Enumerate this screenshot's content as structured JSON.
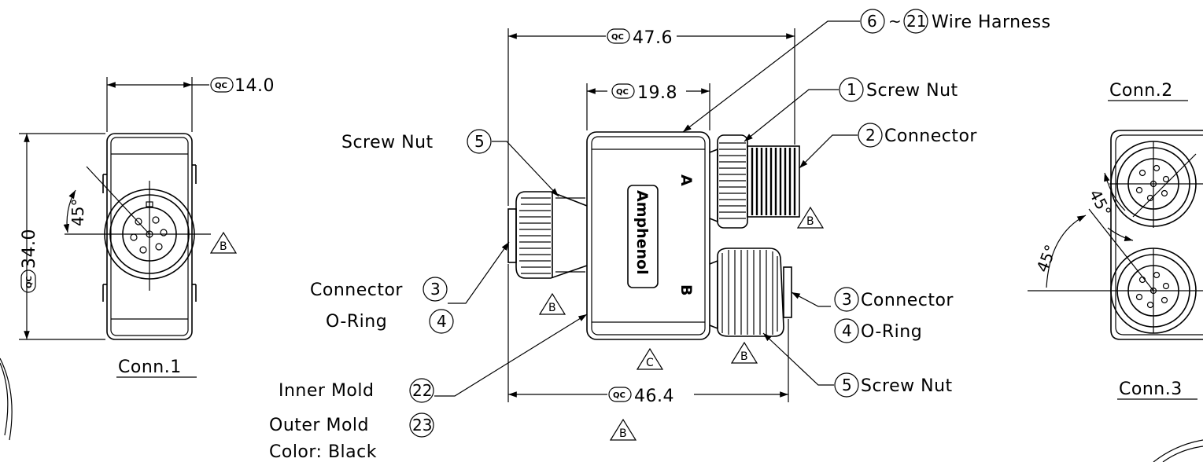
{
  "views": {
    "conn1": "Conn.1",
    "conn2": "Conn.2",
    "conn3": "Conn.3"
  },
  "qc_symbol": "QC",
  "dimensions": {
    "d_14_0": "14.0",
    "d_34_0": "34.0",
    "d_45_left": "45°",
    "d_47_6": "47.6",
    "d_19_8": "19.8",
    "d_46_4": "46.4",
    "d_45_right_top": "45°",
    "d_45_right_bottom": "45°"
  },
  "body_text": {
    "brand": "Amphenol",
    "port_a": "A",
    "port_b": "B"
  },
  "markers": {
    "b": "B",
    "c": "C"
  },
  "callouts": {
    "wire_harness": {
      "num_start": "6",
      "sep": "~",
      "num_end": "21",
      "text": "Wire  Harness"
    },
    "screw_nut_1": {
      "num": "1",
      "text": "Screw  Nut"
    },
    "connector_2": {
      "num": "2",
      "text": "Connector"
    },
    "screw_nut_5_left": {
      "num": "5",
      "text": "Screw  Nut"
    },
    "connector_3_left": {
      "num": "3",
      "text": "Connector"
    },
    "oring_4_left": {
      "num": "4",
      "text": "O-Ring"
    },
    "connector_3_right": {
      "num": "3",
      "text": "Connector"
    },
    "oring_4_right": {
      "num": "4",
      "text": "O-Ring"
    },
    "screw_nut_5_right": {
      "num": "5",
      "text": "Screw  Nut"
    },
    "inner_mold": {
      "num": "22",
      "text": "Inner  Mold"
    },
    "outer_mold": {
      "num": "23",
      "text": "Outer  Mold"
    },
    "color": "Color:  Black"
  }
}
